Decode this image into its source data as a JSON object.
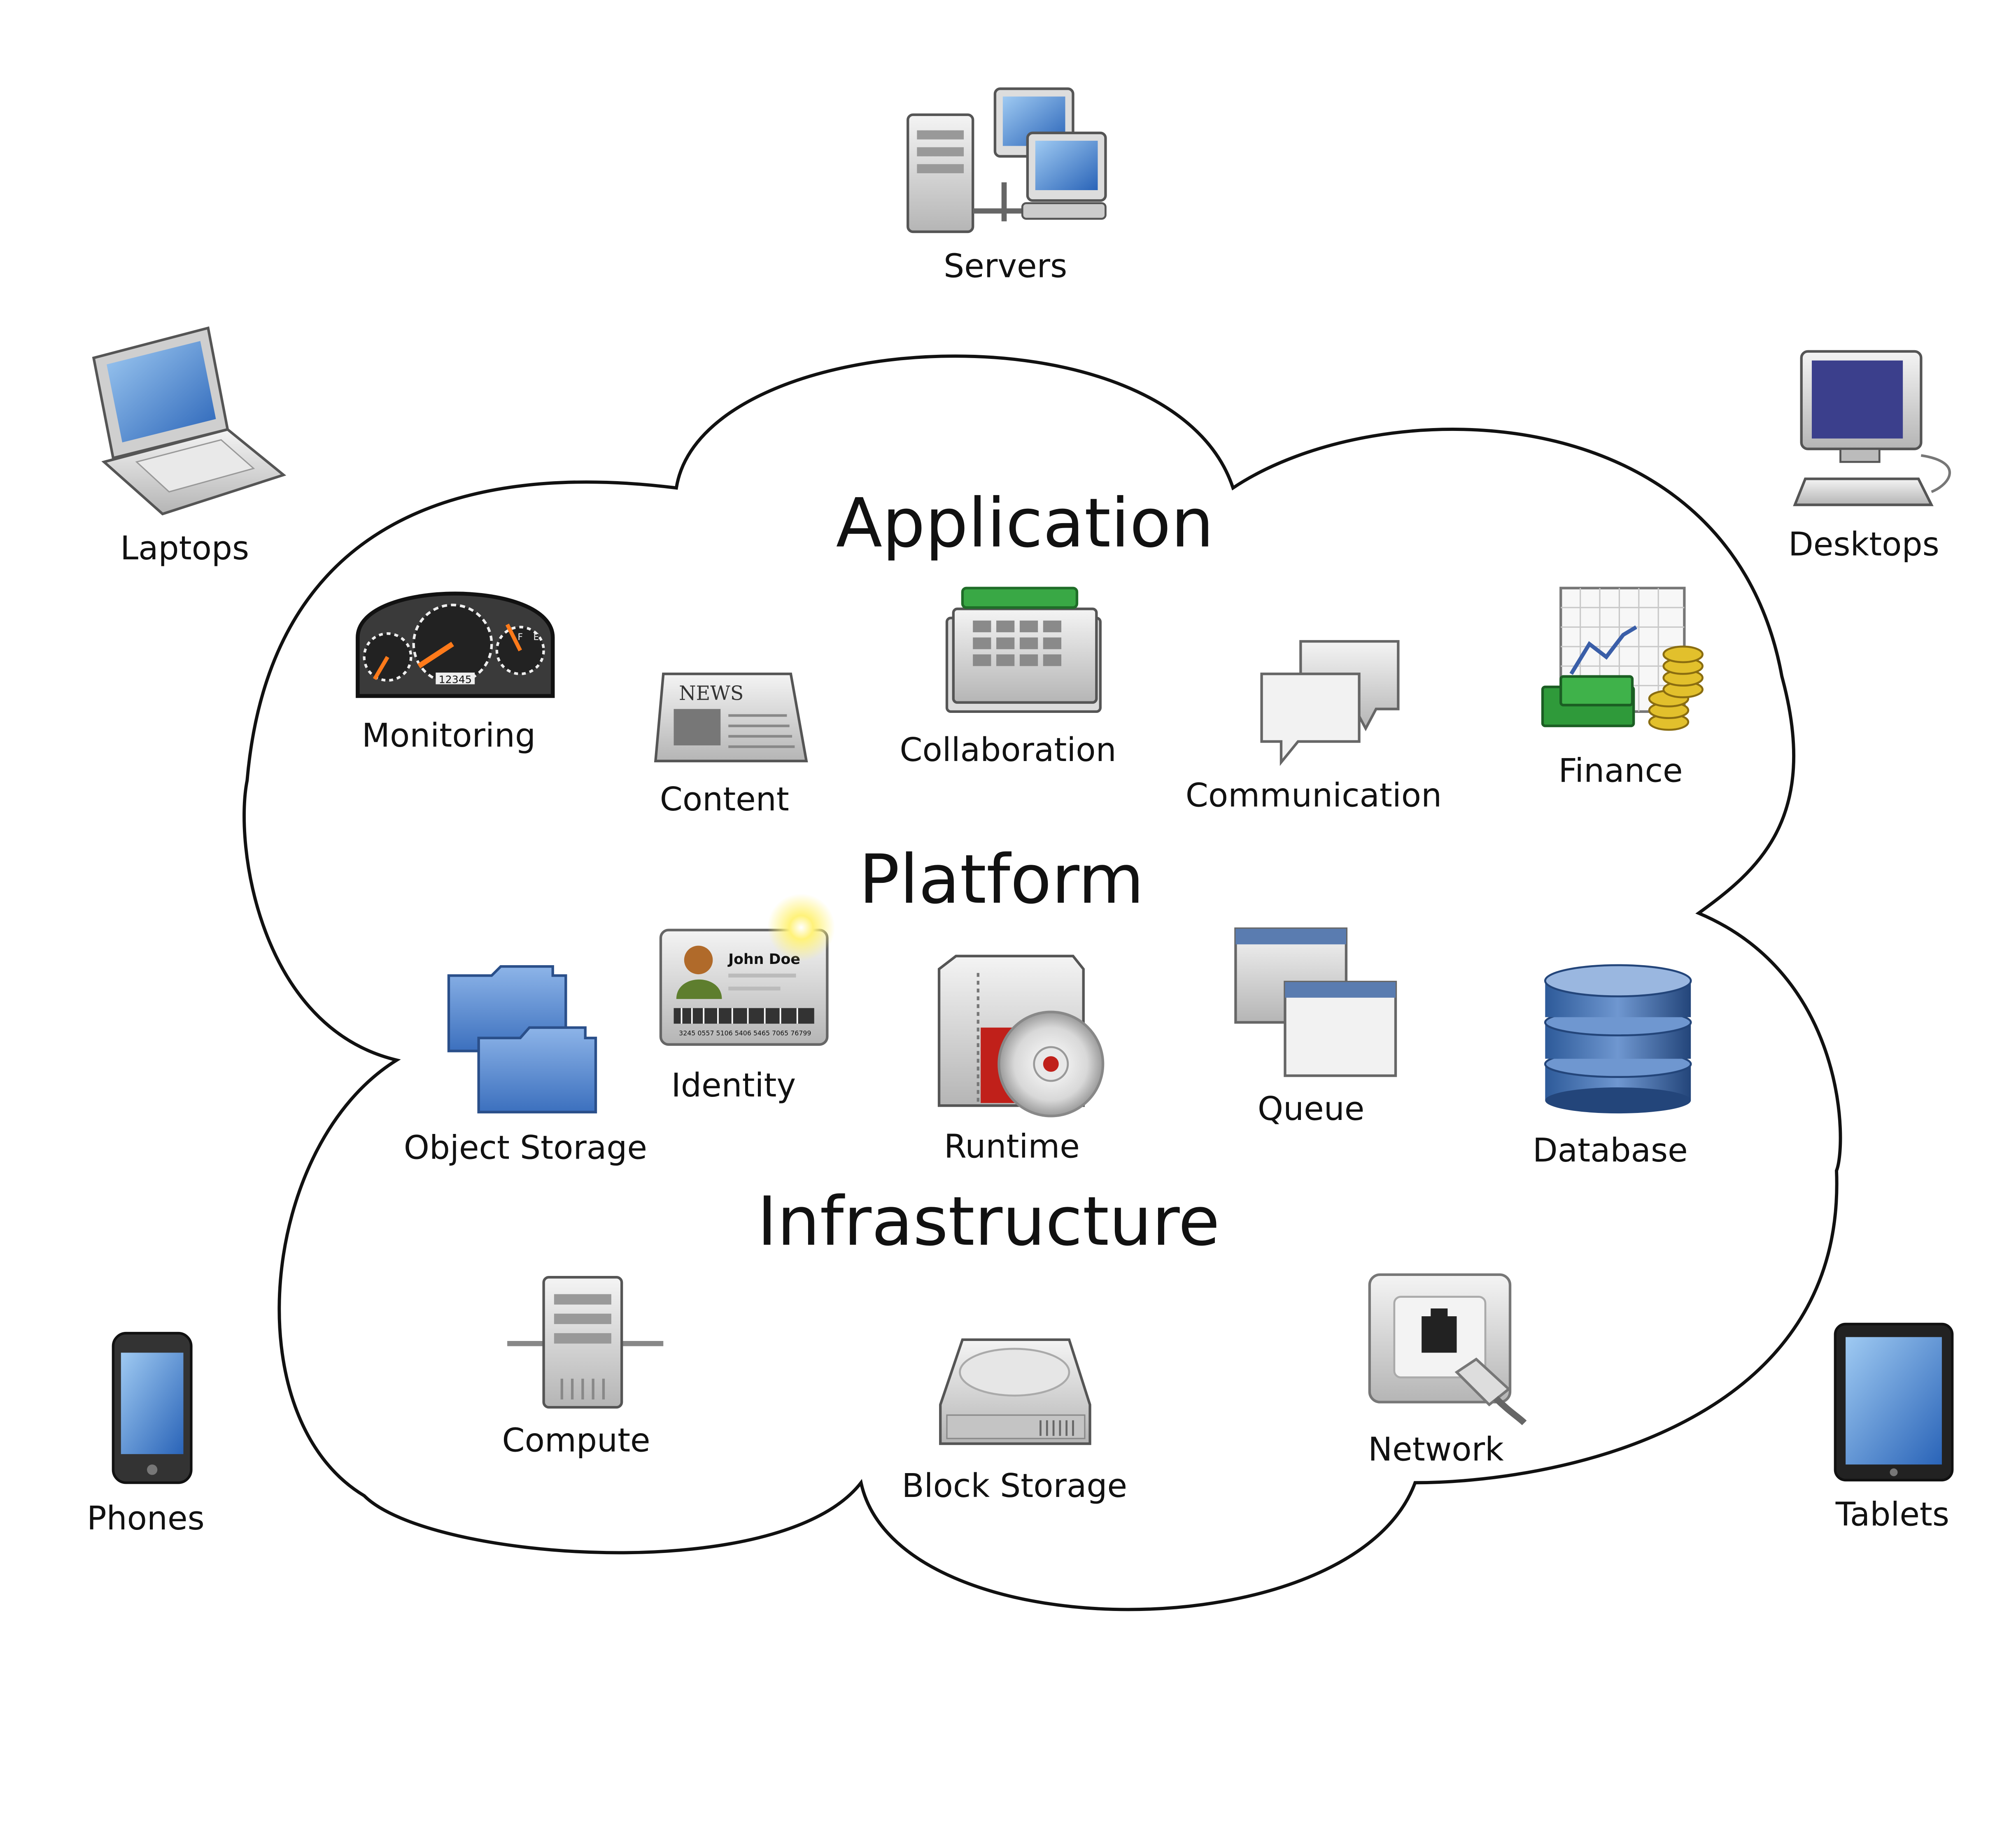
{
  "layers": {
    "application": "Application",
    "platform": "Platform",
    "infrastructure": "Infrastructure"
  },
  "devices": {
    "servers": "Servers",
    "laptops": "Laptops",
    "desktops": "Desktops",
    "phones": "Phones",
    "tablets": "Tablets"
  },
  "application": {
    "monitoring": "Monitoring",
    "content": "Content",
    "collaboration": "Collaboration",
    "communication": "Communication",
    "finance": "Finance"
  },
  "platform": {
    "object_storage": "Object Storage",
    "identity": "Identity",
    "runtime": "Runtime",
    "queue": "Queue",
    "database": "Database"
  },
  "infrastructure": {
    "compute": "Compute",
    "block_storage": "Block Storage",
    "network": "Network"
  },
  "icon_text": {
    "news": "NEWS",
    "card_name": "John Doe",
    "card_number": "3245 0557 5106 5406 5465 7065 76799",
    "odometer": "12345",
    "gauge_f": "F",
    "gauge_e": "E"
  },
  "icons": [
    "servers-icon",
    "laptop-icon",
    "desktop-icon",
    "phone-icon",
    "tablet-icon",
    "dashboard-icon",
    "newspaper-icon",
    "calendar-icon",
    "chat-bubbles-icon",
    "money-chart-icon",
    "folders-icon",
    "id-card-icon",
    "software-package-icon",
    "windows-icon",
    "database-icon",
    "server-tower-icon",
    "hard-drive-icon",
    "network-jack-icon"
  ],
  "colors": {
    "outline": "#111111",
    "cloud_fill": "#ffffff",
    "screen_blue": "#3a78c8",
    "folder_blue": "#5b8fd3",
    "calendar_green": "#39a845",
    "money_green": "#2f9a3a",
    "coin_gold": "#e2c02c",
    "runtime_red": "#c0201a"
  }
}
